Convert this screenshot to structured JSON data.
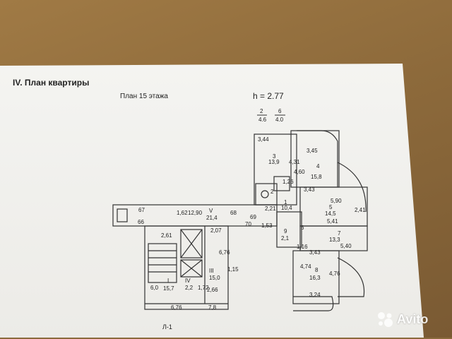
{
  "document": {
    "section_title": "IV. План квартиры",
    "floor_plan_label": "План 15  этажа",
    "ceiling_height": "h = 2.77",
    "footer_mark": "Л-1"
  },
  "fractions": [
    {
      "top": "2",
      "bottom": "4.6"
    },
    {
      "top": "6",
      "bottom": "4.0"
    }
  ],
  "labels": {
    "w344": "3,44",
    "w345": "3,45",
    "r3": "3",
    "a139": "13,9",
    "w431": "4,31",
    "r4": "4",
    "a158": "15,8",
    "w460": "4,60",
    "w126": "1,26",
    "w343a": "3,43",
    "r2": "2",
    "w221": "2,21",
    "r1": "1",
    "a104": "10,4",
    "w67": "67",
    "w162": "1,62",
    "w1290": "12,90",
    "rV": "V",
    "a214": "21,4",
    "w68": "68",
    "w69": "69",
    "w66": "66",
    "w70": "70",
    "w153": "1,53",
    "w261": "2,61",
    "w207": "2,07",
    "w590": "5,90",
    "r5": "5",
    "a145": "14,5",
    "w541": "5,41",
    "w241": "2,41",
    "r6": "6",
    "r9": "9",
    "a21": "2,1",
    "r7": "7",
    "a133": "13,3",
    "w540": "5,40",
    "w116": "1,16",
    "w343b": "3,43",
    "w676a": "6,76",
    "w60": "6,0",
    "rI": "I",
    "a157": "15,7",
    "rIV": "IV",
    "a22": "2,2",
    "w172": "1,72",
    "rIII": "III",
    "a150": "15,0",
    "w266": "2,66",
    "w676b": "6,76",
    "w78": "7,8",
    "w474": "4,74",
    "r8": "8",
    "a163": "16,3",
    "w476": "4,76",
    "w324": "3,24",
    "w115": "1,15"
  },
  "watermark": {
    "icon": "avito-dots-icon",
    "text": "Avito"
  },
  "colors": {
    "ink": "#222222",
    "paper": "#f1f1ee",
    "backdrop": "#8d6a3b"
  }
}
